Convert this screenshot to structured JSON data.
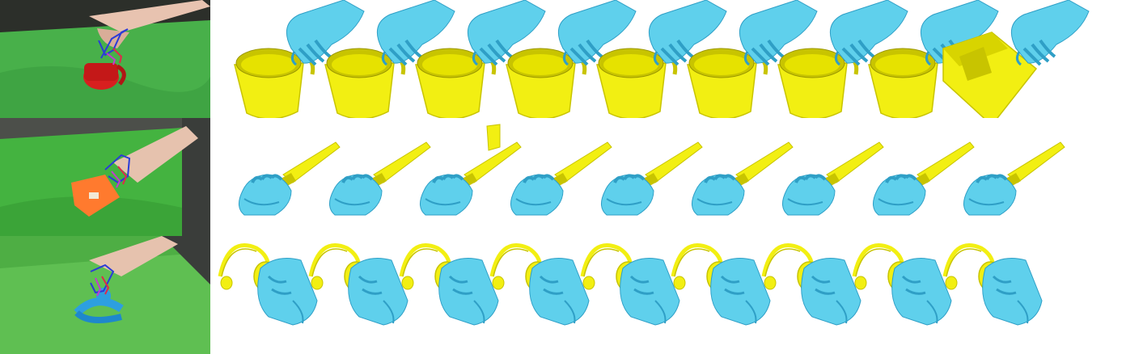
{
  "figure": {
    "rows": [
      {
        "object": "mug",
        "photo_bg": "#48b04a",
        "object_color": "#d81f1f",
        "grasp_count": 9
      },
      {
        "object": "knife",
        "photo_bg": "#3fae3c",
        "object_color": "#ff7a2e",
        "grasp_count": 9
      },
      {
        "object": "headphones",
        "photo_bg": "#5fbf52",
        "object_color": "#2d9fe0",
        "grasp_count": 9
      }
    ],
    "colors": {
      "hand": "#5fd0ec",
      "hand_shadow": "#2f9fc6",
      "object_render": "#f2ef12",
      "object_shadow": "#c8c400",
      "skeleton_blue": "#2b3bd8",
      "skeleton_red": "#e0284a",
      "skeleton_magenta": "#c43ad0"
    }
  }
}
